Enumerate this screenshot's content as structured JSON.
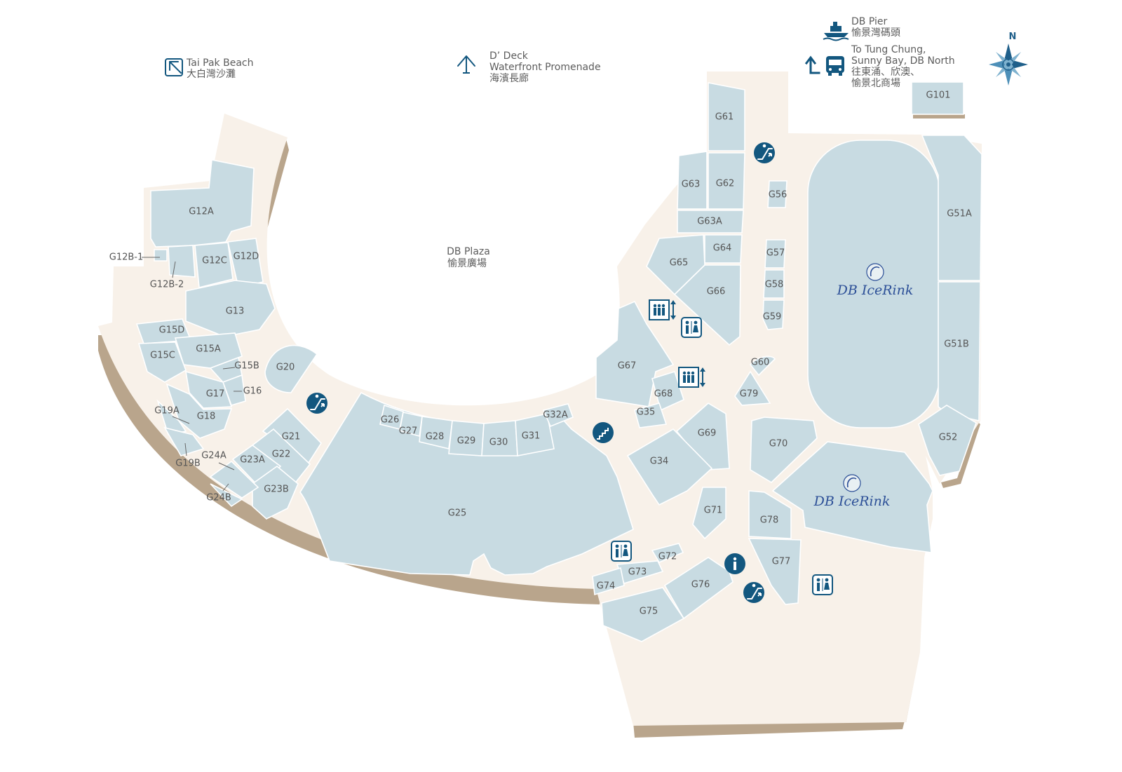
{
  "directions": {
    "beach_en": "Tai Pak Beach",
    "beach_zh": "大白灣沙灘",
    "deck_1": "D’ Deck",
    "deck_2": "Waterfront Promenade",
    "deck_zh": "海濱長廊",
    "pier_en": "DB Pier",
    "pier_zh": "愉景灣碼頭",
    "bus_1": "To Tung Chung,",
    "bus_2": "Sunny Bay, DB North",
    "bus_zh_1": "往東涌、欣澳、",
    "bus_zh_2": "愉景北商場"
  },
  "places": {
    "plaza_en": "DB Plaza",
    "plaza_zh": "愉景廣場",
    "icerink": "DB IceRink",
    "north": "N"
  },
  "shops": {
    "G12A": "G12A",
    "G12B1": "G12B-1",
    "G12B2": "G12B-2",
    "G12C": "G12C",
    "G12D": "G12D",
    "G13": "G13",
    "G15D": "G15D",
    "G15A": "G15A",
    "G15C": "G15C",
    "G15B": "G15B",
    "G16": "G16",
    "G17": "G17",
    "G18": "G18",
    "G19A": "G19A",
    "G19B": "G19B",
    "G20": "G20",
    "G21": "G21",
    "G22": "G22",
    "G23A": "G23A",
    "G23B": "G23B",
    "G24A": "G24A",
    "G24B": "G24B",
    "G25": "G25",
    "G26": "G26",
    "G27": "G27",
    "G28": "G28",
    "G29": "G29",
    "G30": "G30",
    "G31": "G31",
    "G32A": "G32A",
    "G34": "G34",
    "G35": "G35",
    "G51A": "G51A",
    "G51B": "G51B",
    "G52": "G52",
    "G56": "G56",
    "G57": "G57",
    "G58": "G58",
    "G59": "G59",
    "G60": "G60",
    "G61": "G61",
    "G62": "G62",
    "G63": "G63",
    "G63A": "G63A",
    "G64": "G64",
    "G65": "G65",
    "G66": "G66",
    "G67": "G67",
    "G68": "G68",
    "G69": "G69",
    "G70": "G70",
    "G71": "G71",
    "G72": "G72",
    "G73": "G73",
    "G74": "G74",
    "G75": "G75",
    "G76": "G76",
    "G77": "G77",
    "G78": "G78",
    "G79": "G79",
    "G101": "G101"
  },
  "icons": {
    "escalator": "escalator-icon",
    "lift": "lift-icon",
    "toilet": "toilet-icon",
    "stairs": "stairs-icon",
    "info": "info-icon",
    "ferry": "ferry-icon",
    "bus": "bus-icon",
    "compass": "compass-icon"
  },
  "colors": {
    "shop_fill": "#c8dbe2",
    "floor": "#f8f1e9",
    "edge": "#b9a58c",
    "icon": "#13577f",
    "icerink_text": "#2c4f97"
  }
}
